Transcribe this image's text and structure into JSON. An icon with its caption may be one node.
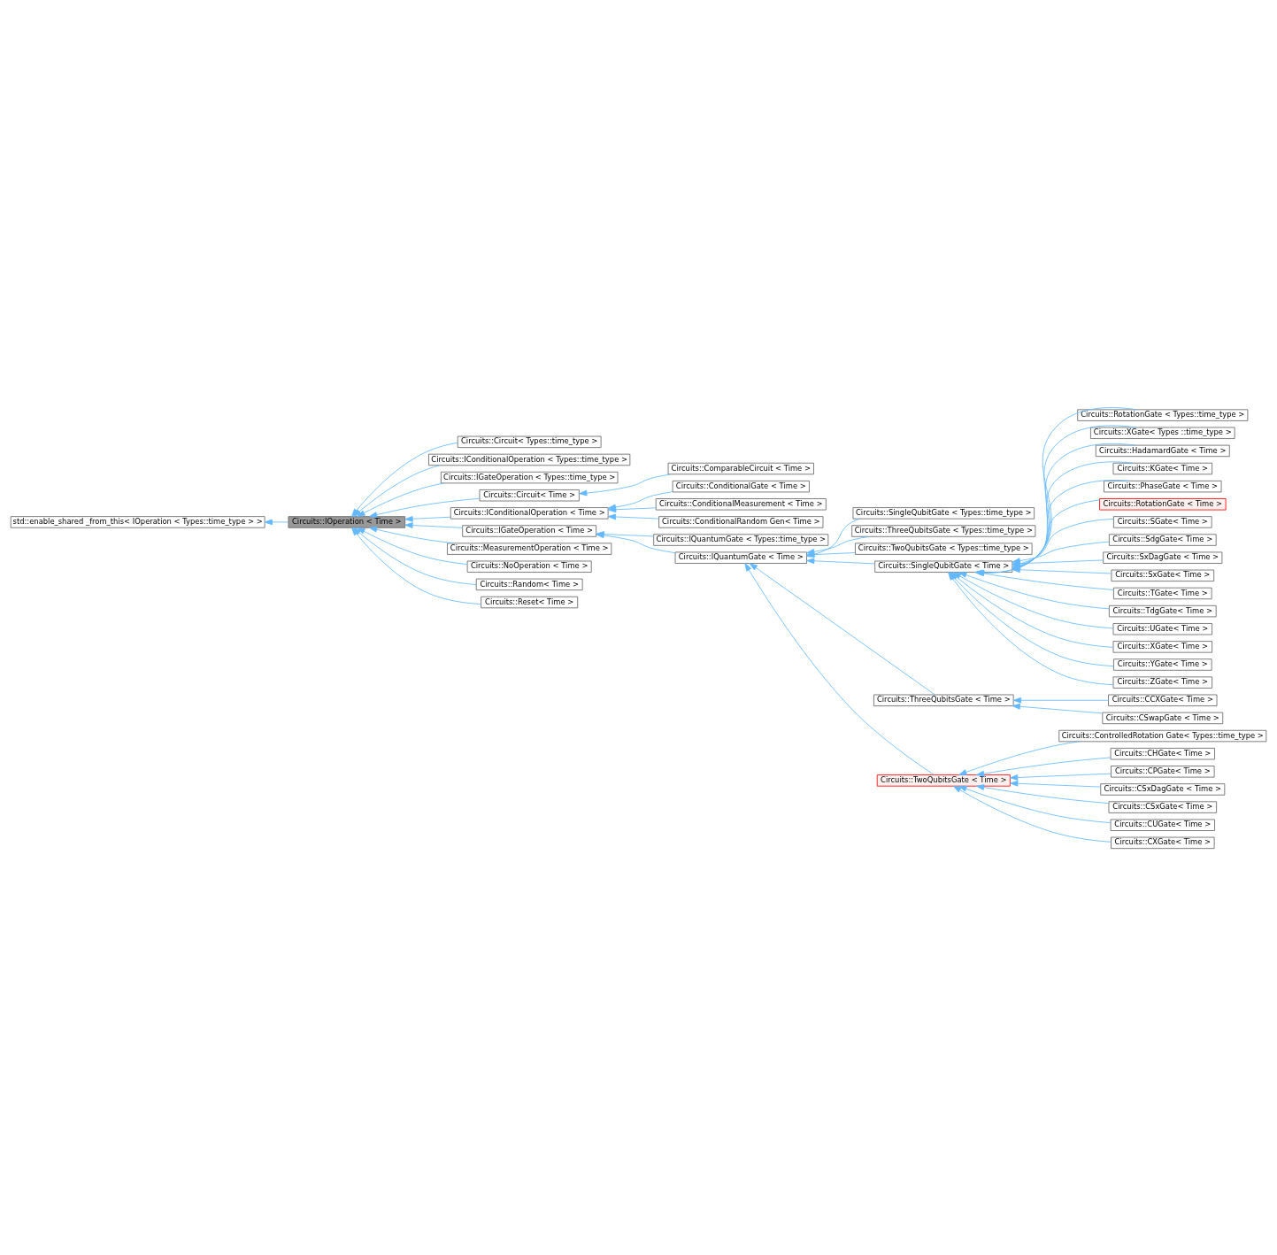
{
  "diagram": {
    "nodes": [
      {
        "text": [
          "std::enable_shared _from_this< IOperation < Types::time_type > >"
        ]
      },
      {
        "text": [
          "Circuits::IOperation < Time >"
        ]
      },
      {
        "text": [
          "Circuits::Circuit< Types::time_type >"
        ]
      },
      {
        "text": [
          "Circuits::IConditionalOperation < Types::time_type >"
        ]
      },
      {
        "text": [
          "Circuits::IGateOperation < Types::time_type >"
        ]
      },
      {
        "text": [
          "Circuits::Circuit< Time >"
        ]
      },
      {
        "text": [
          "Circuits::IConditionalOperation < Time >"
        ]
      },
      {
        "text": [
          "Circuits::IGateOperation < Time >"
        ]
      },
      {
        "text": [
          "Circuits::MeasurementOperation < Time >"
        ]
      },
      {
        "text": [
          "Circuits::NoOperation < Time >"
        ]
      },
      {
        "text": [
          "Circuits::Random< Time >"
        ]
      },
      {
        "text": [
          "Circuits::Reset< Time >"
        ]
      },
      {
        "text": [
          "Circuits::ComparableCircuit < Time >"
        ]
      },
      {
        "text": [
          "Circuits::ConditionalGate < Time >"
        ]
      },
      {
        "text": [
          "Circuits::ConditionalMeasurement < Time >"
        ]
      },
      {
        "text": [
          "Circuits::ConditionalRandom Gen< Time >"
        ]
      },
      {
        "text": [
          "Circuits::IQuantumGate < Types::time_type >"
        ]
      },
      {
        "text": [
          "Circuits::IQuantumGate < Time >"
        ]
      },
      {
        "text": [
          "Circuits::SingleQubitGate < Types::time_type >"
        ]
      },
      {
        "text": [
          "Circuits::ThreeQubitsGate < Types::time_type >"
        ]
      },
      {
        "text": [
          "Circuits::TwoQubitsGate < Types::time_type >"
        ]
      },
      {
        "text": [
          "Circuits::SingleQubitGate < Time >"
        ]
      },
      {
        "text": [
          "Circuits::ThreeQubitsGate < Time >"
        ]
      },
      {
        "text": [
          "Circuits::TwoQubitsGate < Time >"
        ]
      },
      {
        "text": [
          "Circuits::RotationGate < Types::time_type >"
        ]
      },
      {
        "text": [
          "Circuits::XGate< Types ::time_type >"
        ]
      },
      {
        "text": [
          "Circuits::HadamardGate < Time >"
        ]
      },
      {
        "text": [
          "Circuits::KGate< Time >"
        ]
      },
      {
        "text": [
          "Circuits::PhaseGate < Time >"
        ]
      },
      {
        "text": [
          "Circuits::RotationGate < Time >"
        ]
      },
      {
        "text": [
          "Circuits::SGate< Time >"
        ]
      },
      {
        "text": [
          "Circuits::SdgGate< Time >"
        ]
      },
      {
        "text": [
          "Circuits::SxDagGate < Time >"
        ]
      },
      {
        "text": [
          "Circuits::SxGate< Time >"
        ]
      },
      {
        "text": [
          "Circuits::TGate< Time >"
        ]
      },
      {
        "text": [
          "Circuits::TdgGate< Time >"
        ]
      },
      {
        "text": [
          "Circuits::UGate< Time >"
        ]
      },
      {
        "text": [
          "Circuits::XGate< Time >"
        ]
      },
      {
        "text": [
          "Circuits::YGate< Time >"
        ]
      },
      {
        "text": [
          "Circuits::ZGate< Time >"
        ]
      },
      {
        "text": [
          "Circuits::CCXGate< Time >"
        ]
      },
      {
        "text": [
          "Circuits::CSwapGate < Time >"
        ]
      },
      {
        "text": [
          "Circuits::ControlledRotation Gate< Types::time_type >"
        ]
      },
      {
        "text": [
          "Circuits::CHGate< Time >"
        ]
      },
      {
        "text": [
          "Circuits::CPGate< Time >"
        ]
      },
      {
        "text": [
          "Circuits::CSxDagGate < Time >"
        ]
      },
      {
        "text": [
          "Circuits::CSxGate< Time >"
        ]
      },
      {
        "text": [
          "Circuits::CUGate< Time >"
        ]
      },
      {
        "text": [
          "Circuits::CXGate< Time >"
        ]
      }
    ],
    "edges": [
      {
        "from": 1,
        "to": 0,
        "arrow": "to"
      },
      {
        "from": 2,
        "to": 1,
        "arrow": "to"
      },
      {
        "from": 3,
        "to": 1,
        "arrow": "to"
      },
      {
        "from": 4,
        "to": 1,
        "arrow": "to"
      },
      {
        "from": 5,
        "to": 1,
        "arrow": "to"
      },
      {
        "from": 6,
        "to": 1,
        "arrow": "to"
      },
      {
        "from": 7,
        "to": 1,
        "arrow": "to"
      },
      {
        "from": 8,
        "to": 1,
        "arrow": "to"
      },
      {
        "from": 9,
        "to": 1,
        "arrow": "to"
      },
      {
        "from": 10,
        "to": 1,
        "arrow": "to"
      },
      {
        "from": 11,
        "to": 1,
        "arrow": "to"
      },
      {
        "from": 12,
        "to": 5,
        "arrow": "to"
      },
      {
        "from": 13,
        "to": 6,
        "arrow": "to"
      },
      {
        "from": 14,
        "to": 6,
        "arrow": "to"
      },
      {
        "from": 15,
        "to": 6,
        "arrow": "to"
      },
      {
        "from": 16,
        "to": 7,
        "arrow": "to"
      },
      {
        "from": 17,
        "to": 7,
        "arrow": "to"
      },
      {
        "from": 18,
        "to": 17,
        "arrow": "to"
      },
      {
        "from": 19,
        "to": 17,
        "arrow": "to"
      },
      {
        "from": 20,
        "to": 17,
        "arrow": "to"
      },
      {
        "from": 21,
        "to": 17,
        "arrow": "to"
      },
      {
        "from": 22,
        "to": 17,
        "arrow": "to"
      },
      {
        "from": 23,
        "to": 17,
        "arrow": "to"
      },
      {
        "from": 24,
        "to": 21,
        "arrow": "to"
      },
      {
        "from": 25,
        "to": 21,
        "arrow": "to"
      },
      {
        "from": 26,
        "to": 21,
        "arrow": "to"
      },
      {
        "from": 27,
        "to": 21,
        "arrow": "to"
      },
      {
        "from": 28,
        "to": 21,
        "arrow": "to"
      },
      {
        "from": 29,
        "to": 21,
        "arrow": "to"
      },
      {
        "from": 30,
        "to": 21,
        "arrow": "to"
      },
      {
        "from": 31,
        "to": 21,
        "arrow": "to"
      },
      {
        "from": 32,
        "to": 21,
        "arrow": "to"
      },
      {
        "from": 33,
        "to": 21,
        "arrow": "to"
      },
      {
        "from": 34,
        "to": 21,
        "arrow": "to"
      },
      {
        "from": 35,
        "to": 21,
        "arrow": "to"
      },
      {
        "from": 36,
        "to": 21,
        "arrow": "to"
      },
      {
        "from": 37,
        "to": 21,
        "arrow": "to"
      },
      {
        "from": 38,
        "to": 21,
        "arrow": "to"
      },
      {
        "from": 39,
        "to": 21,
        "arrow": "to"
      },
      {
        "from": 40,
        "to": 22,
        "arrow": "to"
      },
      {
        "from": 41,
        "to": 22,
        "arrow": "to"
      },
      {
        "from": 42,
        "to": 23,
        "arrow": "to"
      },
      {
        "from": 43,
        "to": 23,
        "arrow": "to"
      },
      {
        "from": 44,
        "to": 23,
        "arrow": "to"
      },
      {
        "from": 45,
        "to": 23,
        "arrow": "to"
      },
      {
        "from": 46,
        "to": 23,
        "arrow": "to"
      },
      {
        "from": 47,
        "to": 23,
        "arrow": "to"
      },
      {
        "from": 48,
        "to": 23,
        "arrow": "to"
      }
    ]
  }
}
